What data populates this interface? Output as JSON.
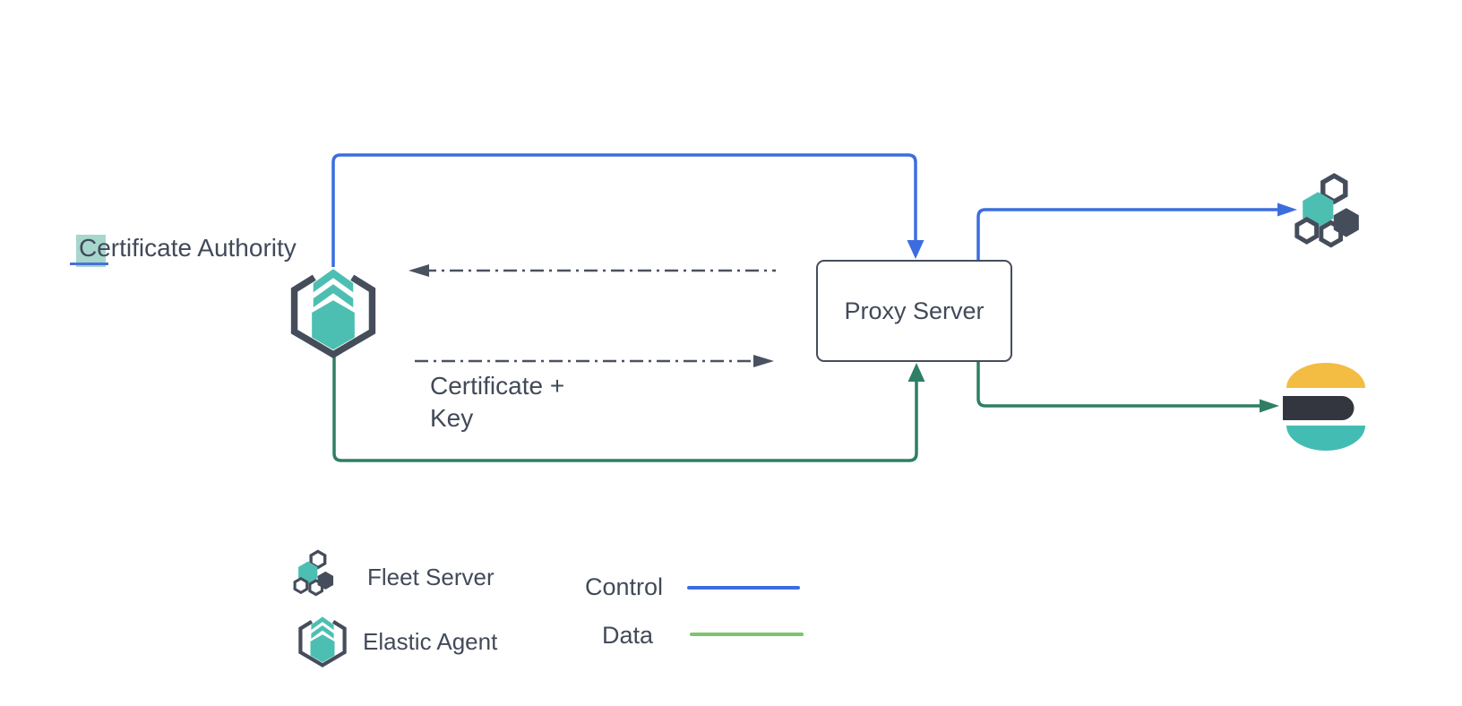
{
  "diagram": {
    "nodes": {
      "certificate_authority": {
        "label": "Certificate Authority"
      },
      "proxy_server": {
        "label": "Proxy Server"
      },
      "elastic_agent": {
        "icon": "elastic-agent-icon"
      },
      "fleet_server": {
        "icon": "fleet-server-icon"
      },
      "elasticsearch": {
        "icon": "elasticsearch-icon"
      }
    },
    "annotations": {
      "certificate_key": {
        "line1": "Certificate +",
        "line2": "Key"
      }
    },
    "connectors": [
      {
        "name": "control-line-agent-to-proxy",
        "type": "control",
        "from": "elastic_agent",
        "to": "proxy_server"
      },
      {
        "name": "control-line-proxy-to-fleet",
        "type": "control",
        "from": "proxy_server",
        "to": "fleet_server"
      },
      {
        "name": "data-line-agent-to-proxy",
        "type": "data",
        "from": "elastic_agent",
        "to": "proxy_server"
      },
      {
        "name": "data-line-proxy-to-elasticsearch",
        "type": "data",
        "from": "proxy_server",
        "to": "elasticsearch"
      },
      {
        "name": "cert-dashed-arrow-left",
        "type": "dashed",
        "direction": "left"
      },
      {
        "name": "cert-key-dashed-arrow-right",
        "type": "dashed",
        "direction": "right",
        "label": "Certificate + Key"
      }
    ],
    "legend": {
      "items": [
        {
          "icon": "fleet-server-icon",
          "label": "Fleet Server"
        },
        {
          "icon": "elastic-agent-icon",
          "label": "Elastic Agent"
        }
      ],
      "lines": [
        {
          "label": "Control",
          "color": "#3C6DDF"
        },
        {
          "label": "Data",
          "color": "#7CC46F"
        }
      ]
    },
    "colors": {
      "control_blue": "#3C6DDF",
      "data_green": "#2F7E66",
      "legend_data_green": "#7CC46F",
      "teal": "#4DBFB2",
      "dark_slate": "#454D5B",
      "text_color": "#424A59",
      "es_yellow": "#F2BD42",
      "es_dark": "#33363F",
      "es_teal": "#43BCB4",
      "selection_teal": "#A6D6CC",
      "selection_underline": "#4C70D8",
      "dash_color": "#4A5160"
    }
  }
}
